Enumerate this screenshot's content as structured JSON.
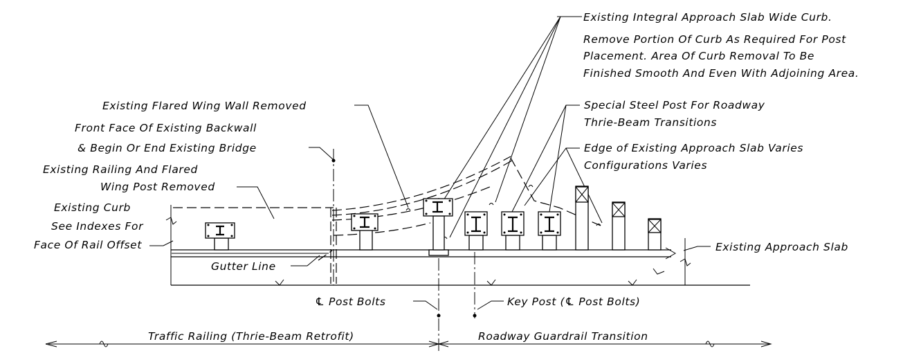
{
  "labels": {
    "curb_note_1": "Existing Integral Approach Slab Wide Curb.",
    "curb_note_2": "Remove Portion Of Curb As Required For Post",
    "curb_note_3": "Placement.  Area Of Curb Removal To Be",
    "curb_note_4": "Finished Smooth And Even With Adjoining Area.",
    "wing_wall": "Existing Flared Wing Wall Removed",
    "special_post_1": "Special Steel Post For Roadway",
    "special_post_2": "Thrie-Beam Transitions",
    "front_face_1": "Front Face Of Existing Backwall",
    "front_face_2": "& Begin Or End Existing Bridge",
    "edge_slab_1": "Edge of Existing Approach Slab Varies",
    "edge_slab_2": "Configurations Varies",
    "railing_1": "Existing Railing And Flared",
    "railing_2": "Wing Post Removed",
    "curb_1": "Existing Curb",
    "curb_2": "See Indexes For",
    "curb_3": "Face Of Rail Offset",
    "approach_slab": "Existing Approach Slab",
    "gutter_line": "Gutter Line",
    "cl_post_bolts": "℄ Post Bolts",
    "key_post": "Key Post (℄ Post Bolts)",
    "traffic_railing": "Traffic Railing (Thrie-Beam Retrofit)",
    "guardrail_transition": "Roadway Guardrail Transition"
  }
}
